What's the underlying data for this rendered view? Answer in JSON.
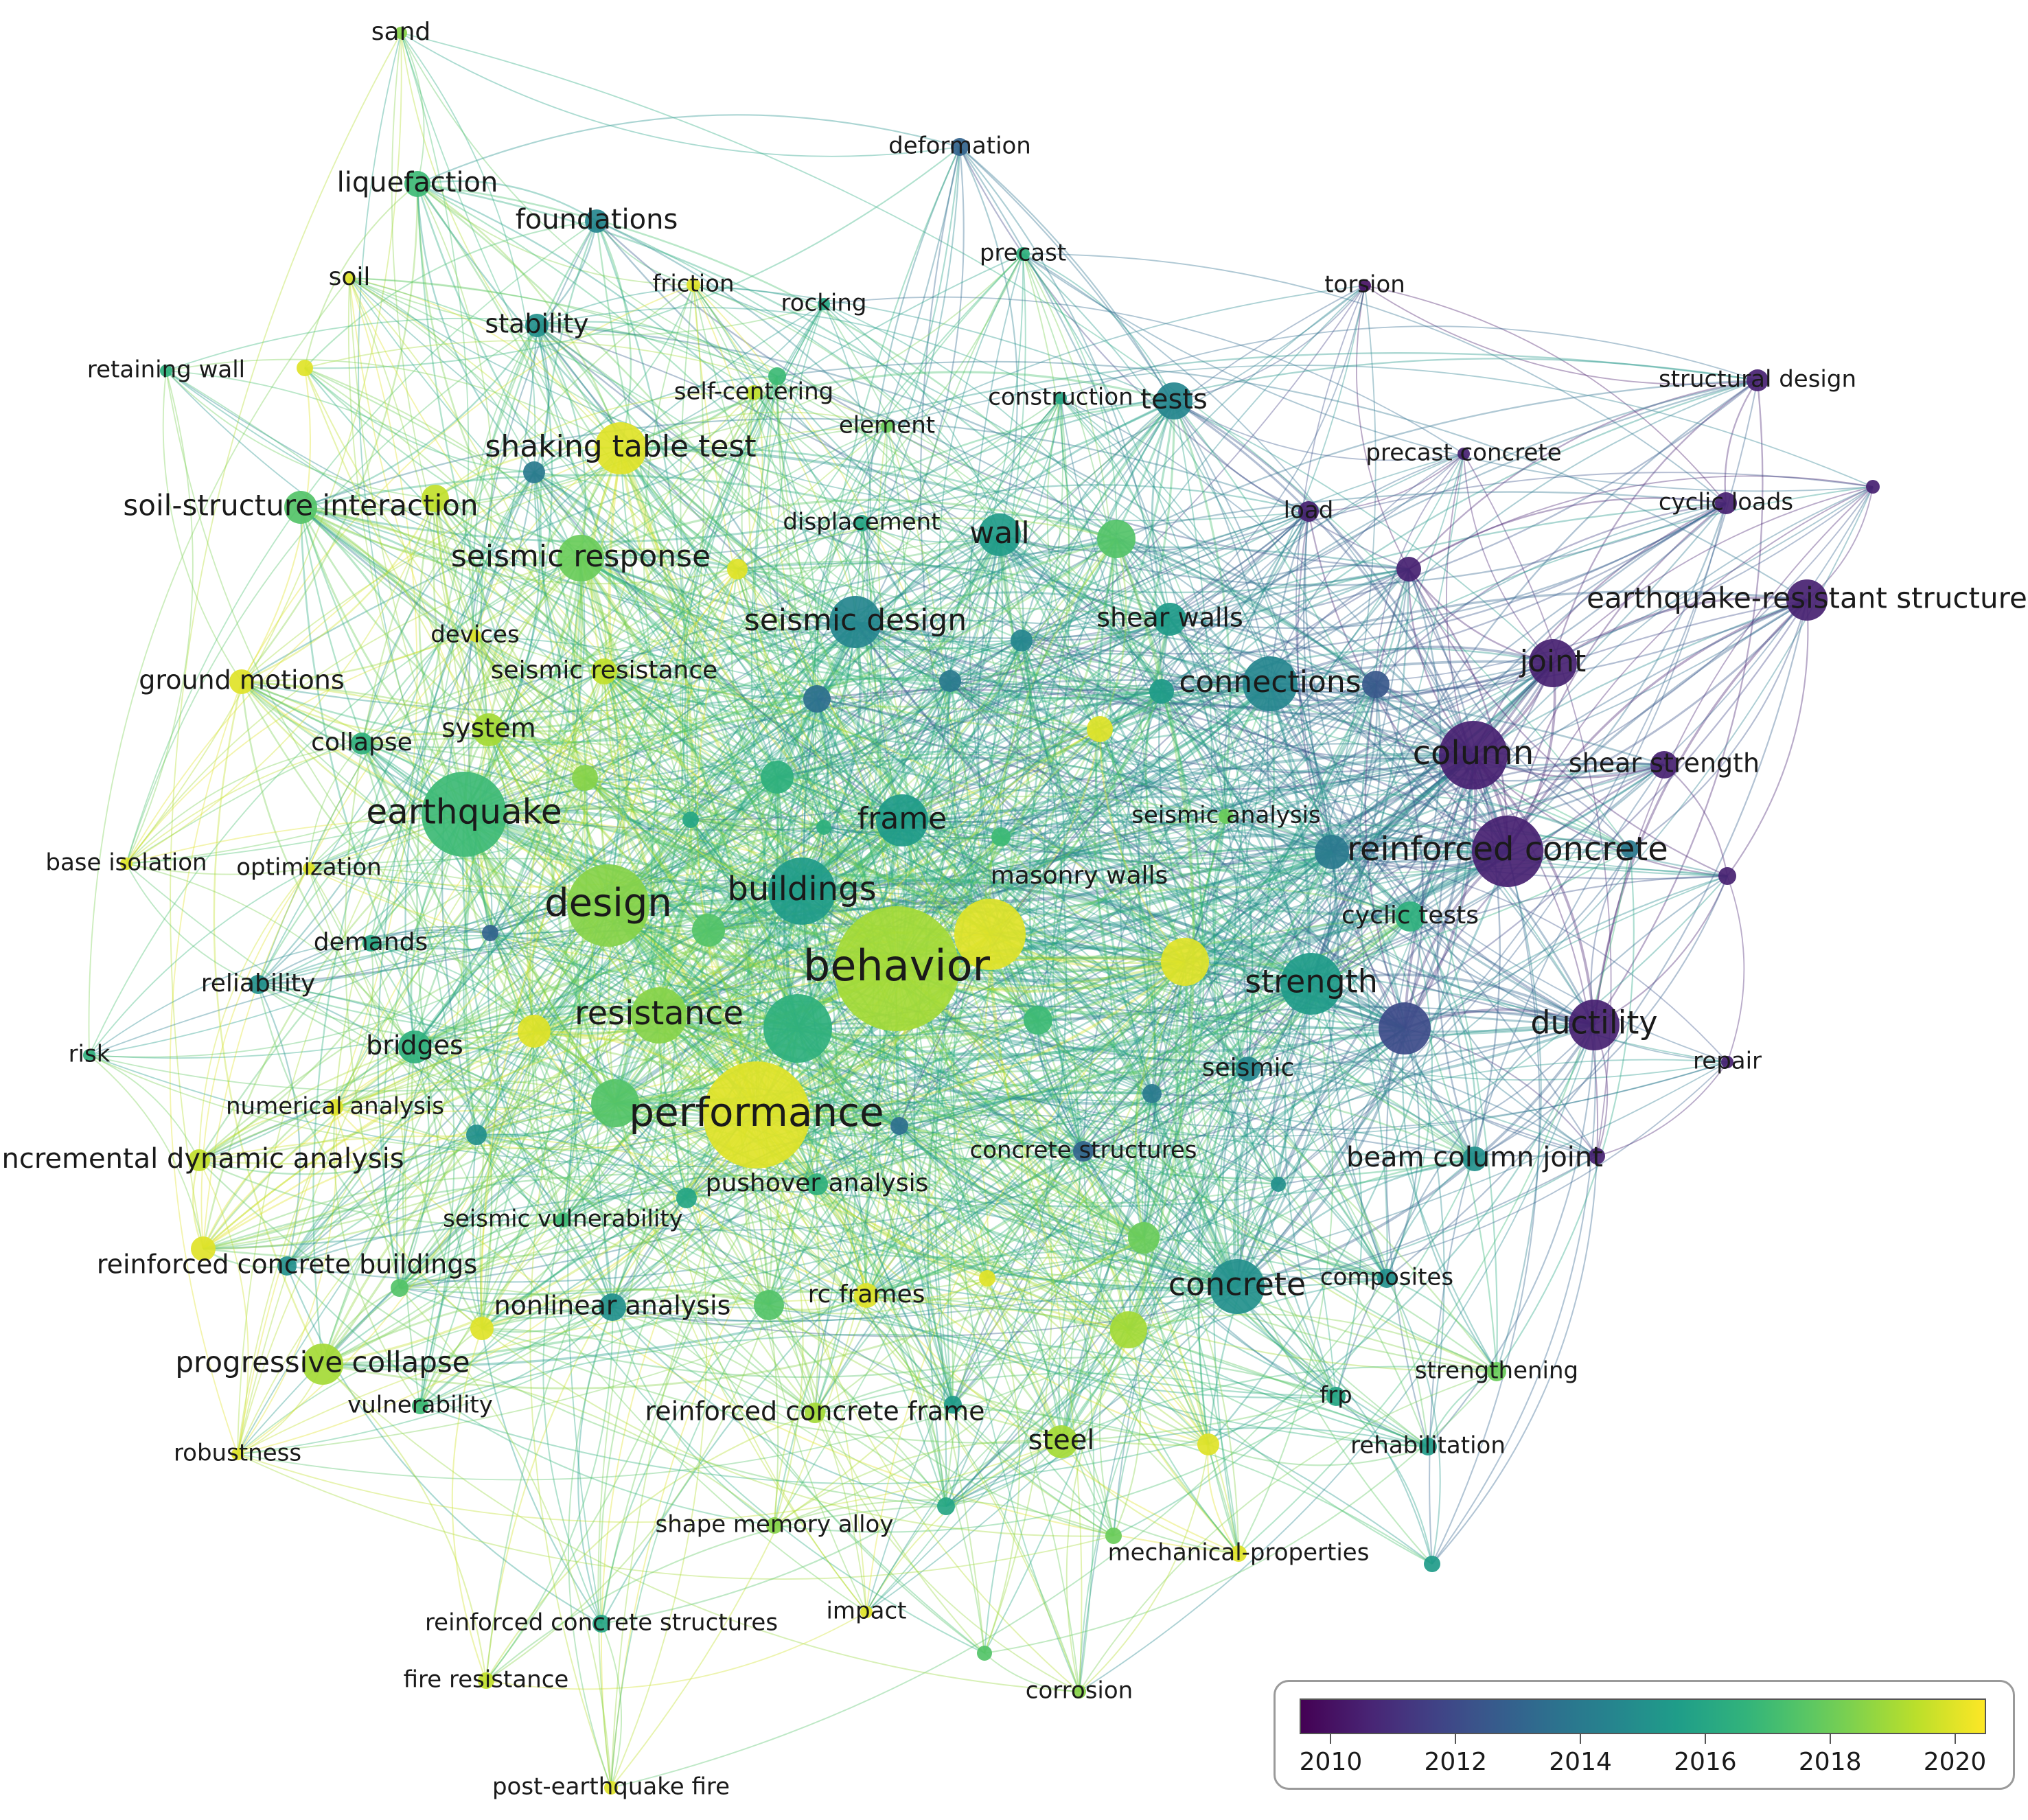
{
  "keyword_map": {
    "nodes": [
      {
        "label": "sand",
        "year": 2018.5
      },
      {
        "label": "deformation",
        "year": 2013.0
      },
      {
        "label": "liquefaction",
        "year": 2017.0
      },
      {
        "label": "foundations",
        "year": 2014.5
      },
      {
        "label": "soil",
        "year": 2020.0
      },
      {
        "label": "friction",
        "year": 2020.0
      },
      {
        "label": "precast",
        "year": 2016.5
      },
      {
        "label": "torsion",
        "year": 2010.0
      },
      {
        "label": "rocking",
        "year": 2016.0
      },
      {
        "label": "stability",
        "year": 2015.0
      },
      {
        "label": "retaining wall",
        "year": 2016.5
      },
      {
        "label": "self-centering",
        "year": 2019.5
      },
      {
        "label": "structural design",
        "year": 2010.5
      },
      {
        "label": "element",
        "year": 2018.0
      },
      {
        "label": "construction",
        "year": 2016.0
      },
      {
        "label": "tests",
        "year": 2014.5
      },
      {
        "label": "shaking table test",
        "year": 2020.0
      },
      {
        "label": "precast concrete",
        "year": 2010.5
      },
      {
        "label": "soil-structure interaction",
        "year": 2017.5
      },
      {
        "label": "load",
        "year": 2010.5
      },
      {
        "label": "cyclic loads",
        "year": 2010.5
      },
      {
        "label": "displacement",
        "year": 2016.0
      },
      {
        "label": "wall",
        "year": 2015.5
      },
      {
        "label": "seismic response",
        "year": 2018.0
      },
      {
        "label": "earthquake-resistant structure",
        "year": 2010.5
      },
      {
        "label": "devices",
        "year": 2020.0
      },
      {
        "label": "seismic design",
        "year": 2014.5
      },
      {
        "label": "shear walls",
        "year": 2015.5
      },
      {
        "label": "joint",
        "year": 2010.5
      },
      {
        "label": "seismic resistance",
        "year": 2019.5
      },
      {
        "label": "connections",
        "year": 2014.5
      },
      {
        "label": "ground motions",
        "year": 2020.0
      },
      {
        "label": "system",
        "year": 2019.0
      },
      {
        "label": "collapse",
        "year": 2016.5
      },
      {
        "label": "column",
        "year": 2010.5
      },
      {
        "label": "shear strength",
        "year": 2010.5
      },
      {
        "label": "earthquake",
        "year": 2017.0
      },
      {
        "label": "frame",
        "year": 2015.5
      },
      {
        "label": "seismic analysis",
        "year": 2018.0
      },
      {
        "label": "reinforced concrete",
        "year": 2010.5
      },
      {
        "label": "base isolation",
        "year": 2020.0
      },
      {
        "label": "optimization",
        "year": 2020.0
      },
      {
        "label": "buildings",
        "year": 2015.5
      },
      {
        "label": "masonry walls",
        "year": 2020.0
      },
      {
        "label": "design",
        "year": 2018.5
      },
      {
        "label": "demands",
        "year": 2016.0
      },
      {
        "label": "cyclic tests",
        "year": 2016.5
      },
      {
        "label": "behavior",
        "year": 2019.0
      },
      {
        "label": "reliability",
        "year": 2015.0
      },
      {
        "label": "strength",
        "year": 2015.5
      },
      {
        "label": "resistance",
        "year": 2018.5
      },
      {
        "label": "ductility",
        "year": 2010.5
      },
      {
        "label": "risk",
        "year": 2016.5
      },
      {
        "label": "bridges",
        "year": 2016.5
      },
      {
        "label": "seismic",
        "year": 2014.5
      },
      {
        "label": "repair",
        "year": 2010.5
      },
      {
        "label": "numerical analysis",
        "year": 2020.0
      },
      {
        "label": "performance",
        "year": 2020.0
      },
      {
        "label": "incremental dynamic analysis",
        "year": 2019.5
      },
      {
        "label": "concrete structures",
        "year": 2013.0
      },
      {
        "label": "beam column joint",
        "year": 2015.0
      },
      {
        "label": "pushover analysis",
        "year": 2016.5
      },
      {
        "label": "seismic vulnerability",
        "year": 2017.0
      },
      {
        "label": "reinforced concrete buildings",
        "year": 2015.0
      },
      {
        "label": "composites",
        "year": 2015.0
      },
      {
        "label": "concrete",
        "year": 2015.0
      },
      {
        "label": "rc frames",
        "year": 2020.0
      },
      {
        "label": "nonlinear analysis",
        "year": 2015.0
      },
      {
        "label": "progressive collapse",
        "year": 2019.0
      },
      {
        "label": "strengthening",
        "year": 2018.0
      },
      {
        "label": "frp",
        "year": 2016.0
      },
      {
        "label": "vulnerability",
        "year": 2017.0
      },
      {
        "label": "reinforced concrete frame",
        "year": 2019.0
      },
      {
        "label": "steel",
        "year": 2019.0
      },
      {
        "label": "rehabilitation",
        "year": 2015.5
      },
      {
        "label": "robustness",
        "year": 2020.0
      },
      {
        "label": "shape memory alloy",
        "year": 2018.5
      },
      {
        "label": "mechanical-properties",
        "year": 2020.0
      },
      {
        "label": "impact",
        "year": 2020.0
      },
      {
        "label": "reinforced concrete structures",
        "year": 2016.0
      },
      {
        "label": "fire resistance",
        "year": 2019.5
      },
      {
        "label": "corrosion",
        "year": 2018.5
      },
      {
        "label": "post-earthquake fire",
        "year": 2020.0
      }
    ]
  },
  "legend": {
    "colormap": "viridis",
    "year_min": 2009.5,
    "year_max": 2020.5,
    "ticks": [
      "2010",
      "2012",
      "2014",
      "2016",
      "2018",
      "2020"
    ]
  }
}
